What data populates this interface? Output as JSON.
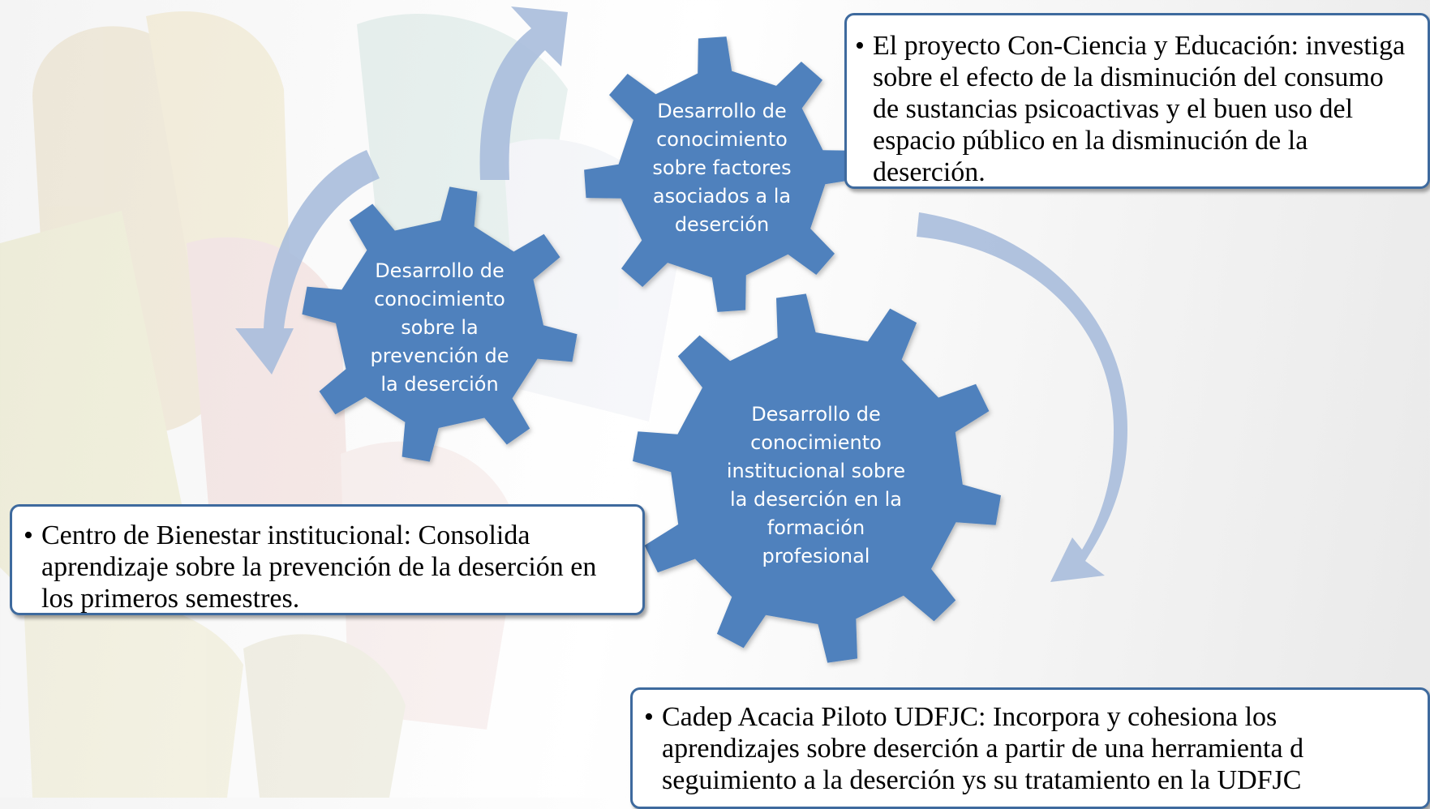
{
  "gears": [
    {
      "id": "gear-top",
      "label": "Desarrollo de conocimiento sobre factores asociados a la deserción",
      "lines": [
        "Desarrollo de",
        "conocimiento",
        "sobre factores",
        "asociados a la",
        "deserción"
      ]
    },
    {
      "id": "gear-left",
      "label": "Desarrollo de conocimiento sobre la prevención de la deserción",
      "lines": [
        "Desarrollo  de",
        "conocimiento",
        "sobre la",
        "prevención  de",
        "la deserción"
      ]
    },
    {
      "id": "gear-bottom",
      "label": "Desarrollo de conocimiento institucional sobre la deserción en la formación profesional",
      "lines": [
        "Desarrollo de",
        "conocimiento",
        "institucional sobre",
        "la deserción en la",
        "formación",
        "profesional"
      ]
    }
  ],
  "notes": {
    "top": {
      "bullet": "•",
      "text": "El proyecto Con-Ciencia y Educación: investiga sobre el efecto de la disminución del  consumo de sustancias psicoactivas y el buen uso del espacio público en la disminución de la deserción."
    },
    "left": {
      "bullet": "•",
      "text": "Centro de Bienestar institucional: Consolida aprendizaje sobre la prevención de la deserción en los primeros semestres."
    },
    "bottom": {
      "bullet": "•",
      "text": "Cadep Acacia Piloto UDFJC: Incorpora y cohesiona los aprendizajes sobre deserción a partir de una herramienta d seguimiento a la deserción ys su tratamiento en la UDFJC"
    }
  },
  "colors": {
    "gear_fill": "#4f81bd",
    "arrow_fill": "#a8bcdc",
    "note_border": "#3e6a9e"
  }
}
